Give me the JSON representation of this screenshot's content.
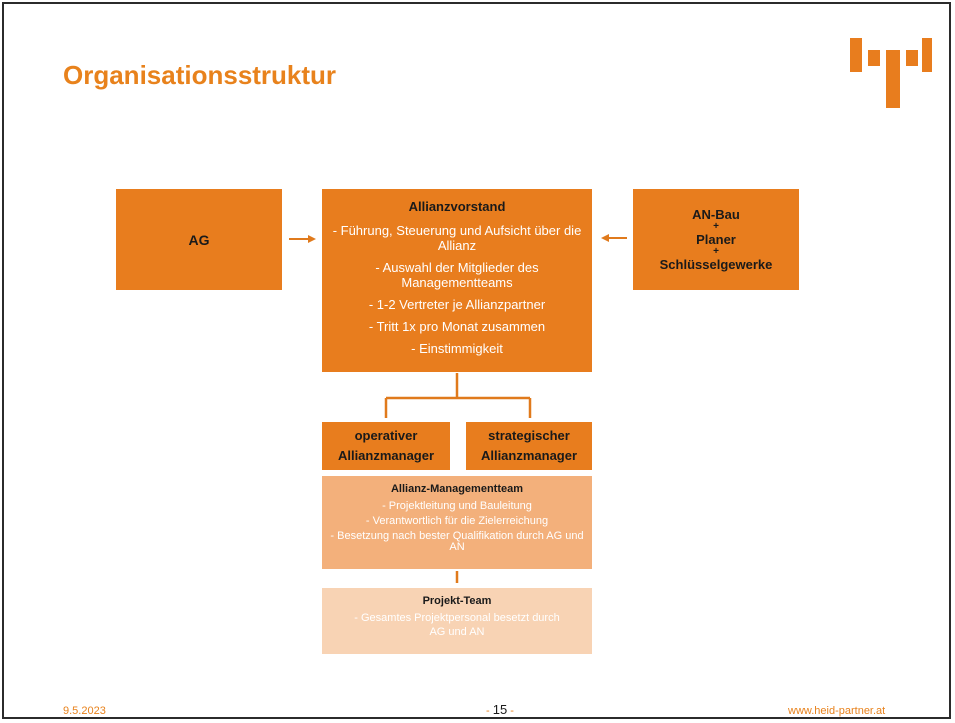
{
  "slide": {
    "title": "Organisationsstruktur",
    "ag_label": "AG",
    "vorstand": {
      "heading": "Allianzvorstand",
      "lines": [
        "- Führung, Steuerung und Aufsicht über die Allianz",
        "- Auswahl der Mitglieder des Managementteams",
        "- 1-2 Vertreter je Allianzpartner",
        "- Tritt 1x pro Monat zusammen",
        "- Einstimmigkeit"
      ]
    },
    "an_bau": {
      "line1": "AN-Bau",
      "plus1": "+",
      "line2": "Planer",
      "plus2": "+",
      "line3": "Schlüsselgewerke"
    },
    "manager_operativ": {
      "line1": "operativer",
      "line2": "Allianzmanager"
    },
    "manager_strategisch": {
      "line1": "strategischer",
      "line2": "Allianzmanager"
    },
    "management_team": {
      "heading": "Allianz-Managementteam",
      "lines": [
        "- Projektleitung und Bauleitung",
        "- Verantwortlich für die Zielerreichung",
        "- Besetzung nach bester Qualifikation durch AG und AN"
      ]
    },
    "projekt_team": {
      "heading": "Projekt-Team",
      "lines": [
        "- Gesamtes Projektpersonal besetzt durch AG und AN"
      ]
    }
  },
  "footer": {
    "date": "9.5.2023",
    "page_dash_left": "- ",
    "page_number": "15",
    "page_dash_right": " -",
    "url": "www.heid-partner.at"
  },
  "colors": {
    "accent": "#e87d1e",
    "management_team_fill": "#f3b07b",
    "projekt_team_fill": "#f8d3b4",
    "connector": "#e07a1c"
  },
  "icons": {
    "logo": "hp-logo"
  }
}
